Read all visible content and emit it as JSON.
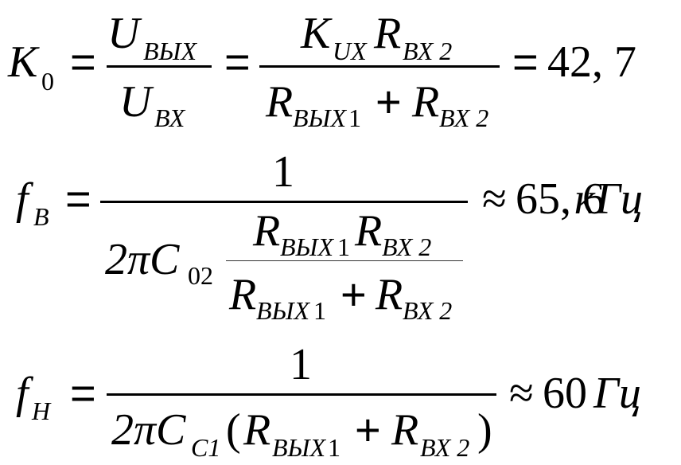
{
  "eq1": {
    "lhs": "K",
    "lhs_sub": "0",
    "eq": "=",
    "f1_num": "U",
    "f1_num_sub": "ВЫХ",
    "f1_den": "U",
    "f1_den_sub": "ВХ",
    "eq2": "=",
    "f2_num_a": "K",
    "f2_num_a_sub": "UX",
    "f2_num_b": "R",
    "f2_num_b_sub": "ВХ 2",
    "f2_den_a": "R",
    "f2_den_a_sub": "ВЫХ",
    "f2_den_a_sub_idx": "1",
    "plus": "+",
    "f2_den_b": "R",
    "f2_den_b_sub": "ВХ 2",
    "eq3": "=",
    "result": "42, 7"
  },
  "eq2": {
    "lhs": "f",
    "lhs_sub": "В",
    "eq": "=",
    "num": "1",
    "den_coef": "2πC",
    "den_coef_sub": "02",
    "in_num_a": "R",
    "in_num_a_sub": "ВЫХ",
    "in_num_a_idx": "1",
    "in_num_b": "R",
    "in_num_b_sub": "ВХ 2",
    "in_den_a": "R",
    "in_den_a_sub": "ВЫХ",
    "in_den_a_idx": "1",
    "plus": "+",
    "in_den_b": "R",
    "in_den_b_sub": "ВХ 2",
    "approx": "≈",
    "result": "65, 6",
    "unit": "кГц"
  },
  "eq3": {
    "lhs": "f",
    "lhs_sub": "Н",
    "eq": "=",
    "num": "1",
    "den_a": "2πC",
    "den_a_sub": "C1",
    "paren_open": "(",
    "den_b": "R",
    "den_b_sub": "ВЫХ",
    "den_b_idx": "1",
    "plus": "+",
    "den_c": "R",
    "den_c_sub": "ВХ 2",
    "paren_close": ")",
    "approx": "≈",
    "result": "60",
    "unit": "Гц"
  }
}
